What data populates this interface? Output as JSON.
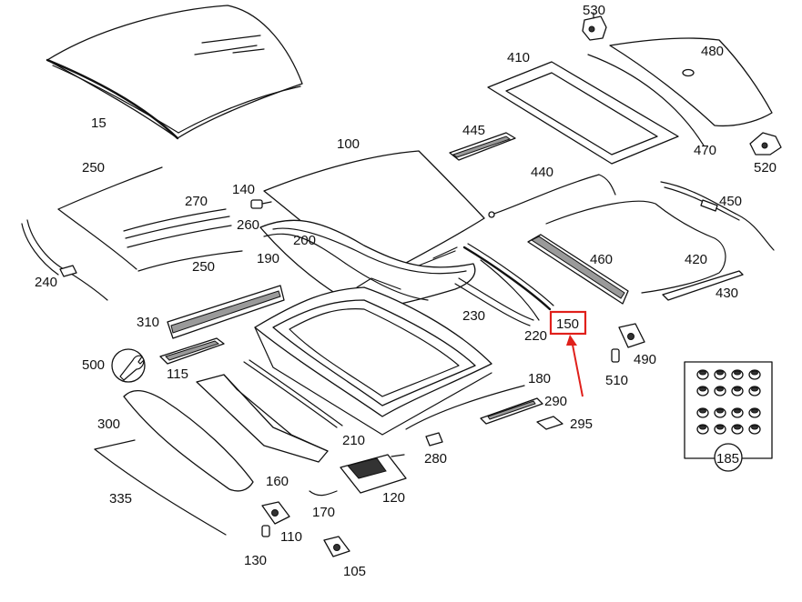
{
  "diagram": {
    "highlight_color": "#e0201b",
    "highlighted_part": "150",
    "labels": [
      {
        "id": "15",
        "text": "15"
      },
      {
        "id": "100",
        "text": "100"
      },
      {
        "id": "105",
        "text": "105"
      },
      {
        "id": "110",
        "text": "110"
      },
      {
        "id": "115",
        "text": "115"
      },
      {
        "id": "120",
        "text": "120"
      },
      {
        "id": "130",
        "text": "130"
      },
      {
        "id": "140",
        "text": "140"
      },
      {
        "id": "150",
        "text": "150"
      },
      {
        "id": "160",
        "text": "160"
      },
      {
        "id": "170",
        "text": "170"
      },
      {
        "id": "180",
        "text": "180"
      },
      {
        "id": "185",
        "text": "185"
      },
      {
        "id": "190",
        "text": "190"
      },
      {
        "id": "200",
        "text": "200"
      },
      {
        "id": "210",
        "text": "210"
      },
      {
        "id": "220",
        "text": "220"
      },
      {
        "id": "230",
        "text": "230"
      },
      {
        "id": "240",
        "text": "240"
      },
      {
        "id": "250a",
        "text": "250"
      },
      {
        "id": "250b",
        "text": "250"
      },
      {
        "id": "260",
        "text": "260"
      },
      {
        "id": "270",
        "text": "270"
      },
      {
        "id": "280",
        "text": "280"
      },
      {
        "id": "290",
        "text": "290"
      },
      {
        "id": "295",
        "text": "295"
      },
      {
        "id": "300",
        "text": "300"
      },
      {
        "id": "310",
        "text": "310"
      },
      {
        "id": "335",
        "text": "335"
      },
      {
        "id": "410",
        "text": "410"
      },
      {
        "id": "420",
        "text": "420"
      },
      {
        "id": "430",
        "text": "430"
      },
      {
        "id": "440",
        "text": "440"
      },
      {
        "id": "445",
        "text": "445"
      },
      {
        "id": "450",
        "text": "450"
      },
      {
        "id": "460",
        "text": "460"
      },
      {
        "id": "470",
        "text": "470"
      },
      {
        "id": "480",
        "text": "480"
      },
      {
        "id": "490",
        "text": "490"
      },
      {
        "id": "500",
        "text": "500"
      },
      {
        "id": "510",
        "text": "510"
      },
      {
        "id": "520",
        "text": "520"
      },
      {
        "id": "530",
        "text": "530"
      }
    ]
  }
}
